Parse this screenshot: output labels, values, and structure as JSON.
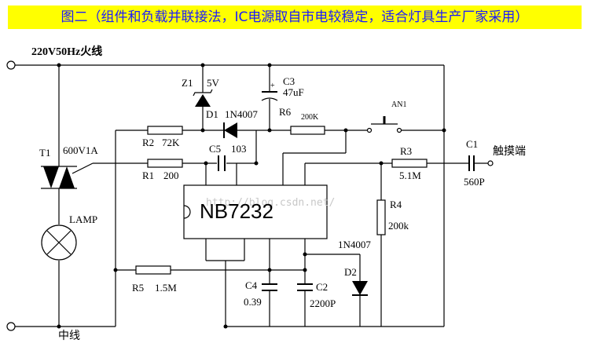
{
  "title": "图二（组件和负载并联接法，IC电源取自市电较稳定，适合灯具生产厂家采用）",
  "labels": {
    "live": "220V50Hz火线",
    "neutral": "中线",
    "touch": "触摸端",
    "lamp": "LAMP",
    "ic": "NB7232",
    "watermark": "http://blog.csdn.net/"
  },
  "components": {
    "t1": {
      "ref": "T1",
      "value": "600V1A"
    },
    "z1": {
      "ref": "Z1",
      "value": "5V"
    },
    "d1": {
      "ref": "D1",
      "value": "1N4007"
    },
    "c3": {
      "ref": "C3",
      "value": "47uF",
      "plus": "+"
    },
    "r6": {
      "ref": "R6",
      "value": "200K"
    },
    "an1": {
      "ref": "AN1"
    },
    "r2": {
      "ref": "R2",
      "value": "72K"
    },
    "c5": {
      "ref": "C5",
      "value": "103"
    },
    "c1": {
      "ref": "C1",
      "value": "560P"
    },
    "r1": {
      "ref": "R1",
      "value": "200"
    },
    "r3": {
      "ref": "R3",
      "value": "5.1M"
    },
    "r4": {
      "ref": "R4",
      "value": "200k"
    },
    "d2": {
      "ref": "D2",
      "value": "1N4007"
    },
    "r5": {
      "ref": "R5",
      "value": "1.5M"
    },
    "c4": {
      "ref": "C4",
      "value": "0.39"
    },
    "c2": {
      "ref": "C2",
      "value": "2200P"
    }
  }
}
